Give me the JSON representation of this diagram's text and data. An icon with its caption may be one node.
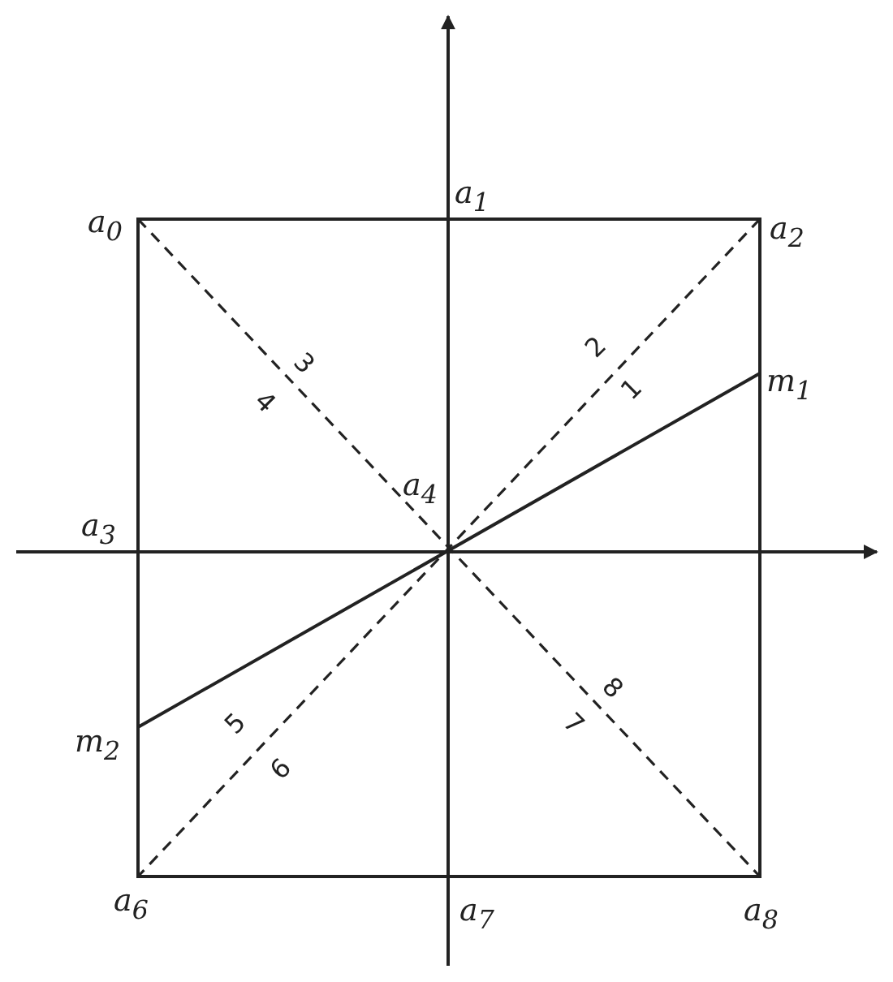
{
  "diagram": {
    "labels": [
      "a$_{1}$",
      "a$_{0}$",
      "a$_{2}$",
      "3",
      "2",
      "4",
      "1",
      "m$_{1}$",
      "a$_{3}$",
      "a$_{4}$",
      "8",
      "m$_{2}$",
      "5",
      "7",
      "6",
      "a$_{6}$",
      "a$_{7}$",
      "a$_{8}$"
    ]
  }
}
